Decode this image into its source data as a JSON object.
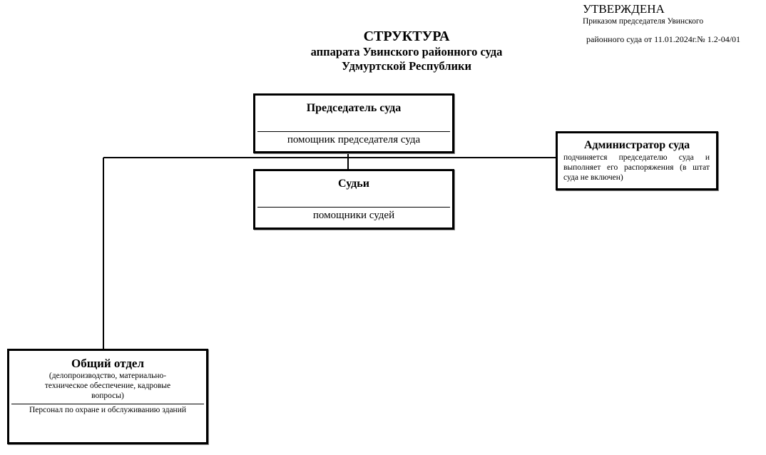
{
  "approval": {
    "title": "УТВЕРЖДЕНА",
    "line1": "Приказом председателя Увинского",
    "line2": "районного суда от 11.01.2024г.№ 1.2-04/01"
  },
  "header": {
    "title": "СТРУКТУРА",
    "subtitle1": "аппарата Увинского районного суда",
    "subtitle2": "Удмуртской Республики"
  },
  "nodes": {
    "chairman": {
      "title": "Председатель суда",
      "sub": "помощник председателя суда"
    },
    "judges": {
      "title": "Судьи",
      "sub": "помощники судей"
    },
    "administrator": {
      "title": "Администратор суда",
      "description": "подчиняется председателю суда и выполняет его распоряжения (в штат суда не включен)"
    },
    "general_department": {
      "title": "Общий отдел",
      "description": "(делопроизводство, материально-техническое обеспечение, кадровые вопросы)",
      "sub": "Персонал по охране и обслуживанию зданий"
    }
  },
  "edges": [
    {
      "from": "chairman",
      "to": "judges"
    },
    {
      "from": "chairman",
      "to": "administrator"
    },
    {
      "from": "chairman",
      "to": "general_department"
    }
  ]
}
